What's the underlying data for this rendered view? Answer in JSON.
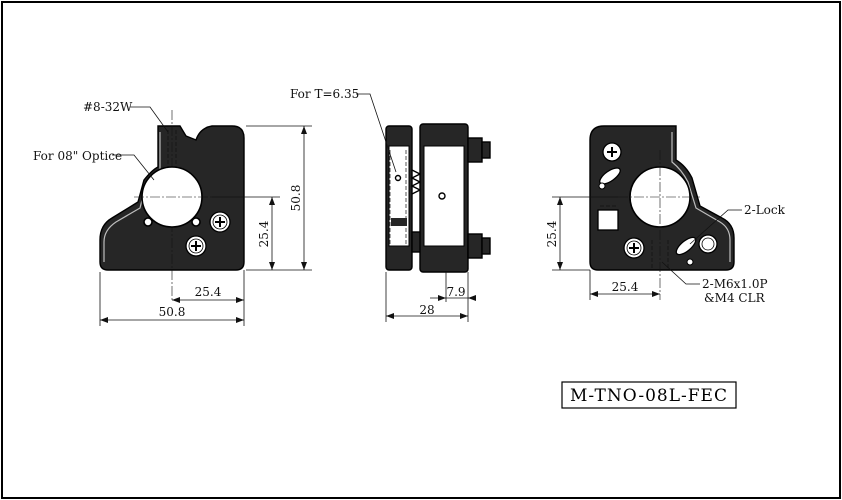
{
  "drawing": {
    "part_number": "M-TNO-08L-FEC",
    "front_view": {
      "thread_label": "#8-32W",
      "optic_label": "For 08\" Optice",
      "dim_height": "50.8",
      "dim_center_height": "25.4",
      "dim_center_width": "25.4",
      "dim_width": "50.8"
    },
    "side_view": {
      "thickness_label": "For T=6.35",
      "dim_depth": "28",
      "dim_offset": "7.9"
    },
    "rear_view": {
      "lock_label": "2-Lock",
      "thread_note_line1": "2-M6x1.0P",
      "thread_note_line2": "&M4 CLR",
      "dim_center_height": "25.4",
      "dim_center_width": "25.4"
    }
  }
}
